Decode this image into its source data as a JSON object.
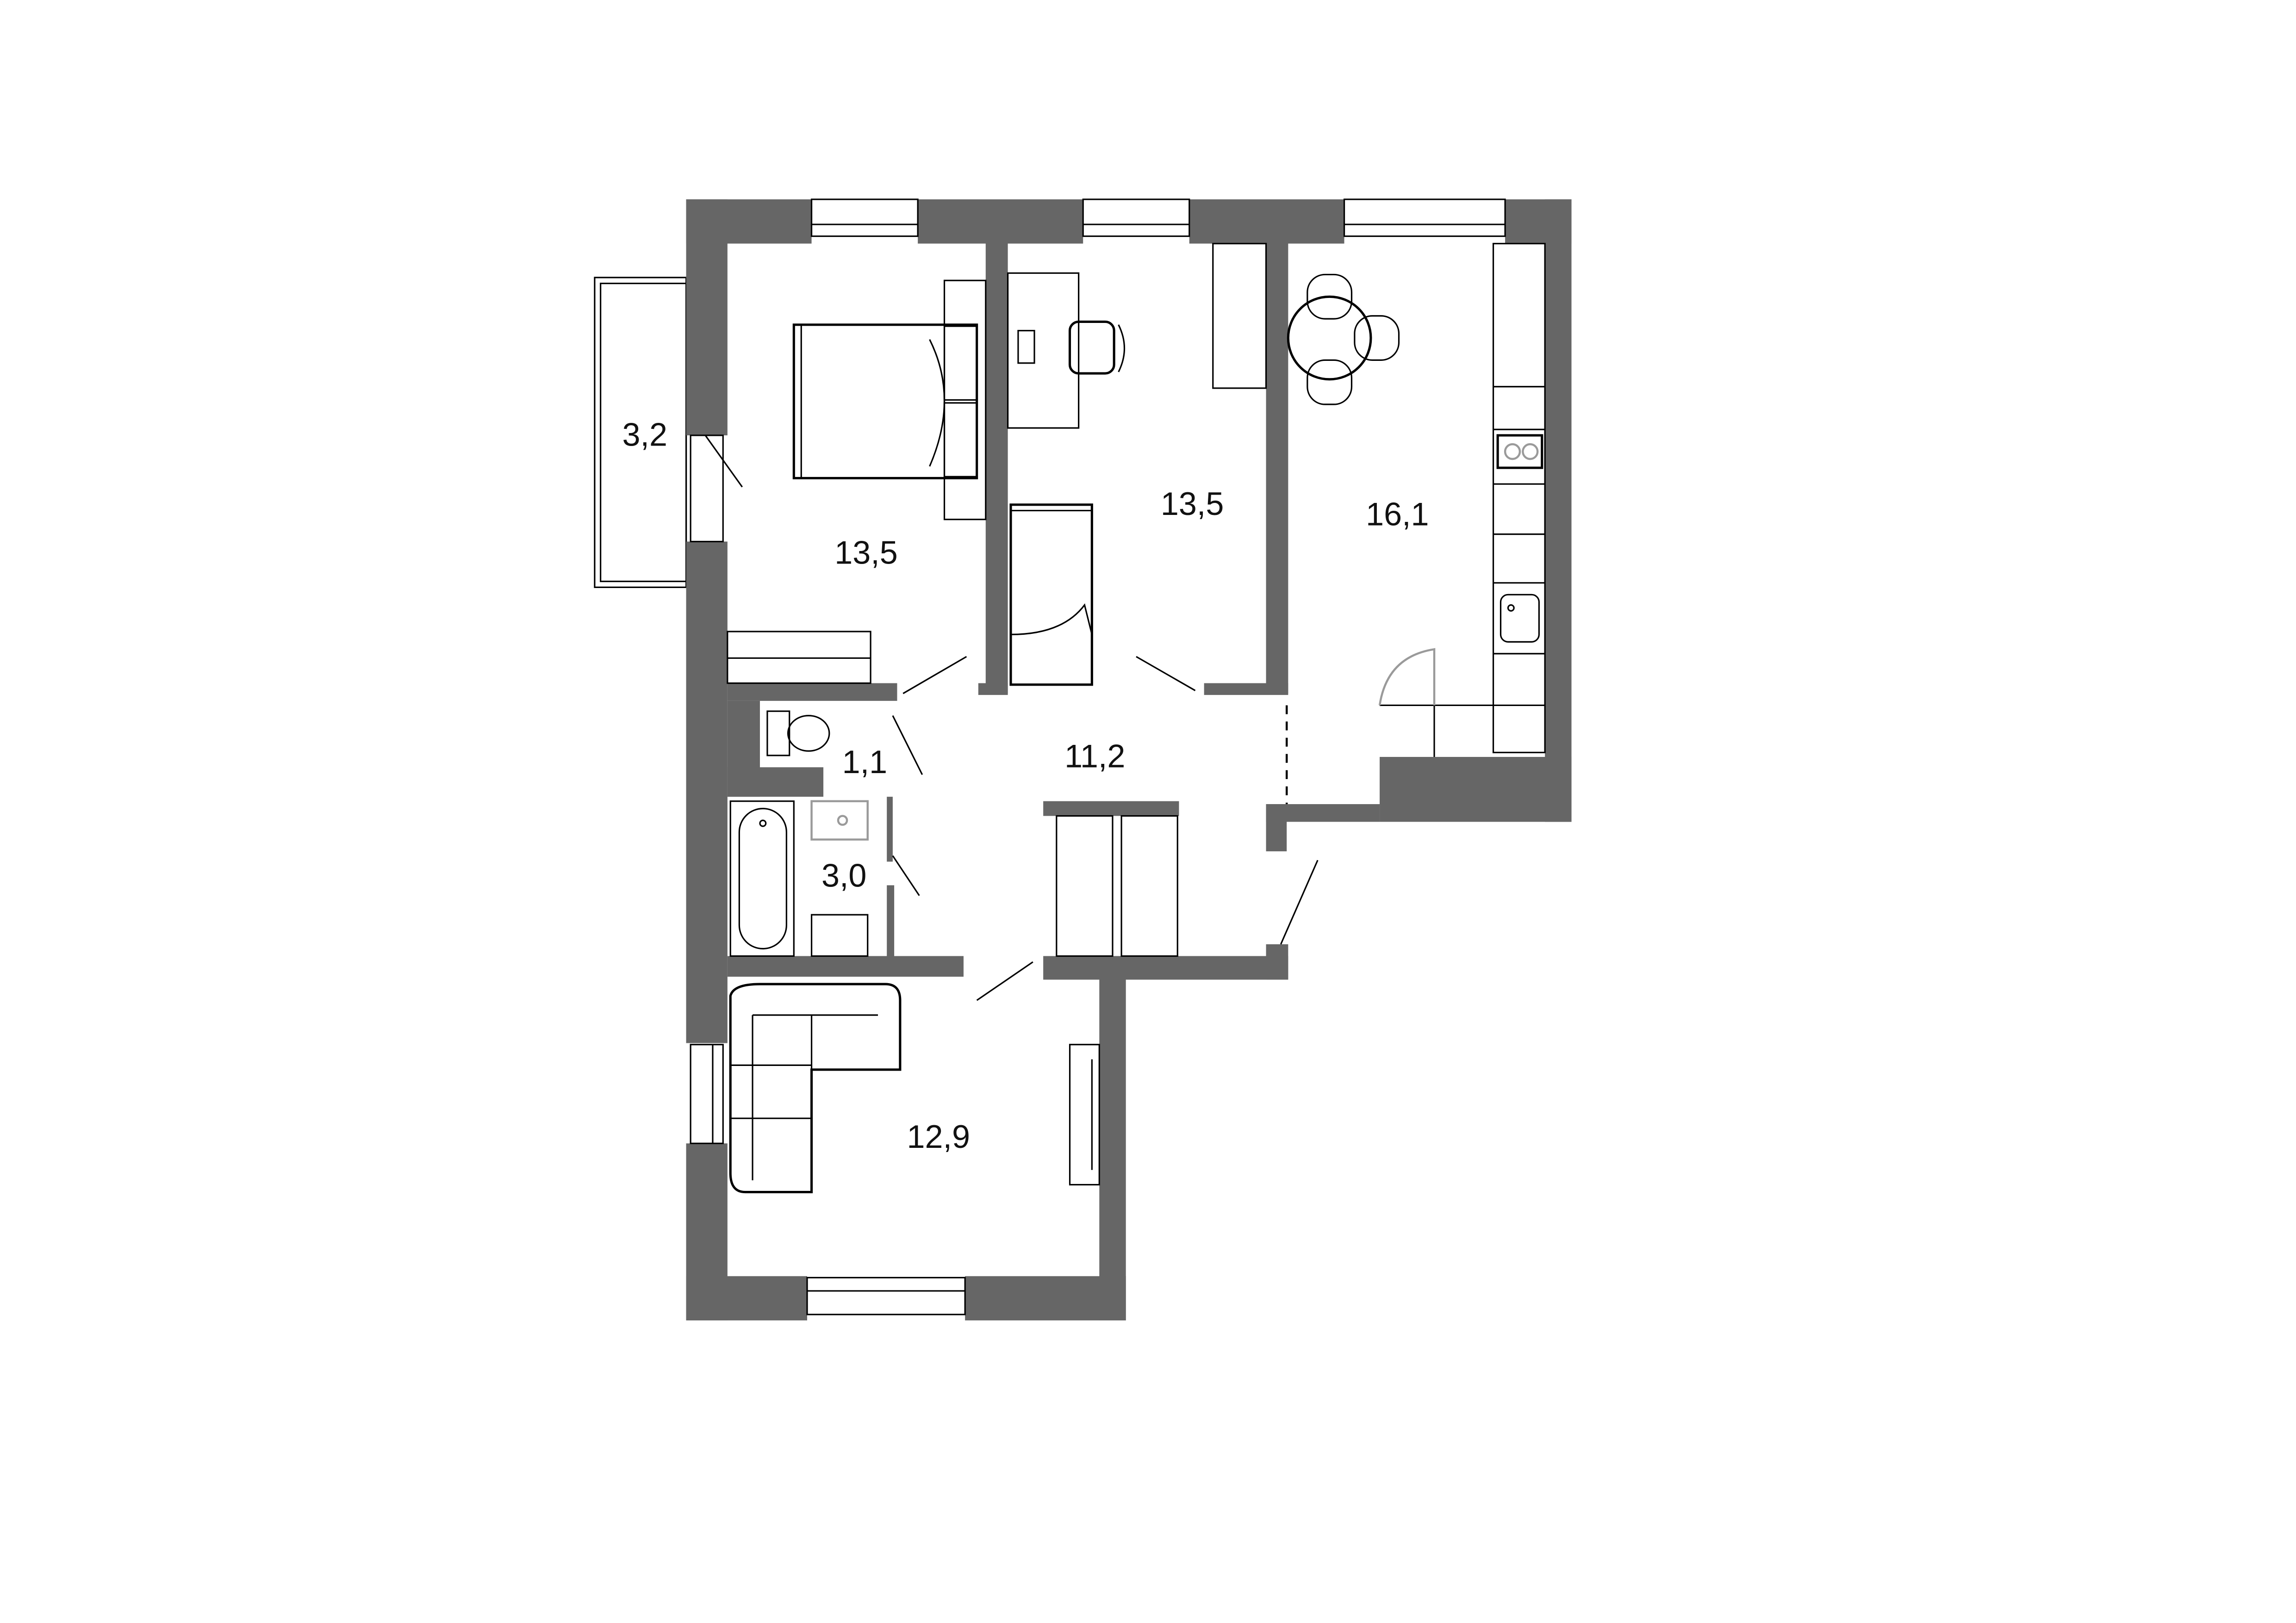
{
  "plan": {
    "wall_color": "#666666",
    "rooms": [
      {
        "id": "balcony",
        "area": "3,2"
      },
      {
        "id": "bedroom",
        "area": "13,5"
      },
      {
        "id": "study-bedroom",
        "area": "13,5"
      },
      {
        "id": "kitchen",
        "area": "16,1"
      },
      {
        "id": "hallway",
        "area": "11,2"
      },
      {
        "id": "toilet",
        "area": "1,1"
      },
      {
        "id": "bathroom",
        "area": "3,0"
      },
      {
        "id": "living-room",
        "area": "12,9"
      }
    ]
  }
}
